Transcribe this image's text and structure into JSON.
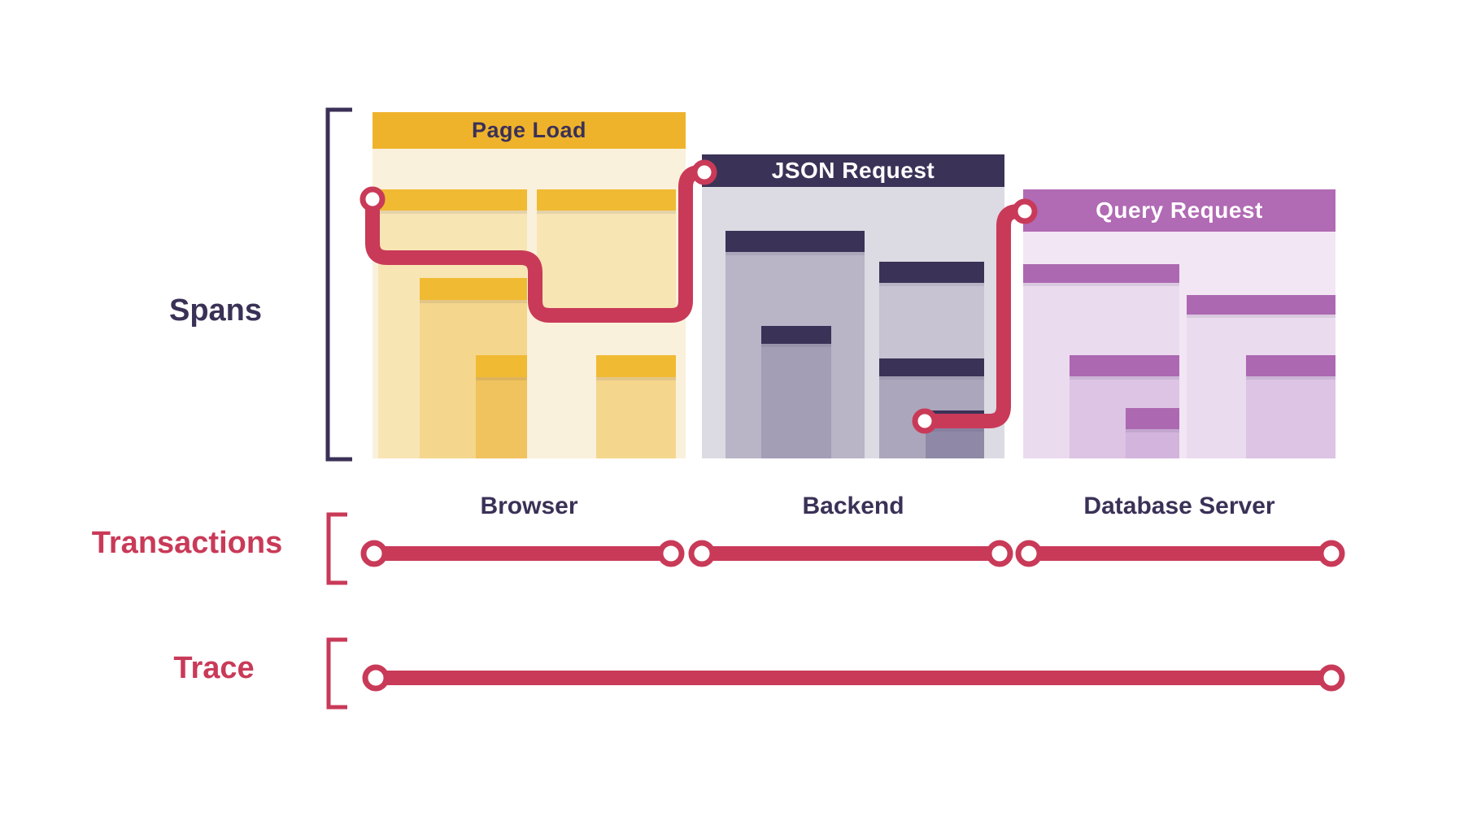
{
  "diagram": {
    "rows": {
      "spans": {
        "label": "Spans",
        "color": "#3B3157"
      },
      "transactions": {
        "label": "Transactions",
        "color": "#C93A58"
      },
      "trace": {
        "label": "Trace",
        "color": "#C93A58"
      }
    },
    "panels": [
      {
        "title": "Page Load",
        "track": "Browser",
        "header_bg": "#EFB32B",
        "header_text_color": "#3B3157",
        "body_bg": "#FAF1DC",
        "bar_color": "#F0BA33"
      },
      {
        "title": "JSON Request",
        "track": "Backend",
        "header_bg": "#3B3257",
        "header_text_color": "#FFFFFF",
        "body_bg": "#DCDAE3",
        "bar_color": "#3B3257"
      },
      {
        "title": "Query Request",
        "track": "Database Server",
        "header_bg": "#B16AB4",
        "header_text_color": "#FFFFFF",
        "body_bg": "#F2E6F4",
        "bar_color": "#AC68B1"
      }
    ],
    "palette": {
      "accent_red": "#C93A58",
      "navy": "#3B3157",
      "white": "#FFFFFF",
      "background": "#FFFFFF"
    }
  }
}
